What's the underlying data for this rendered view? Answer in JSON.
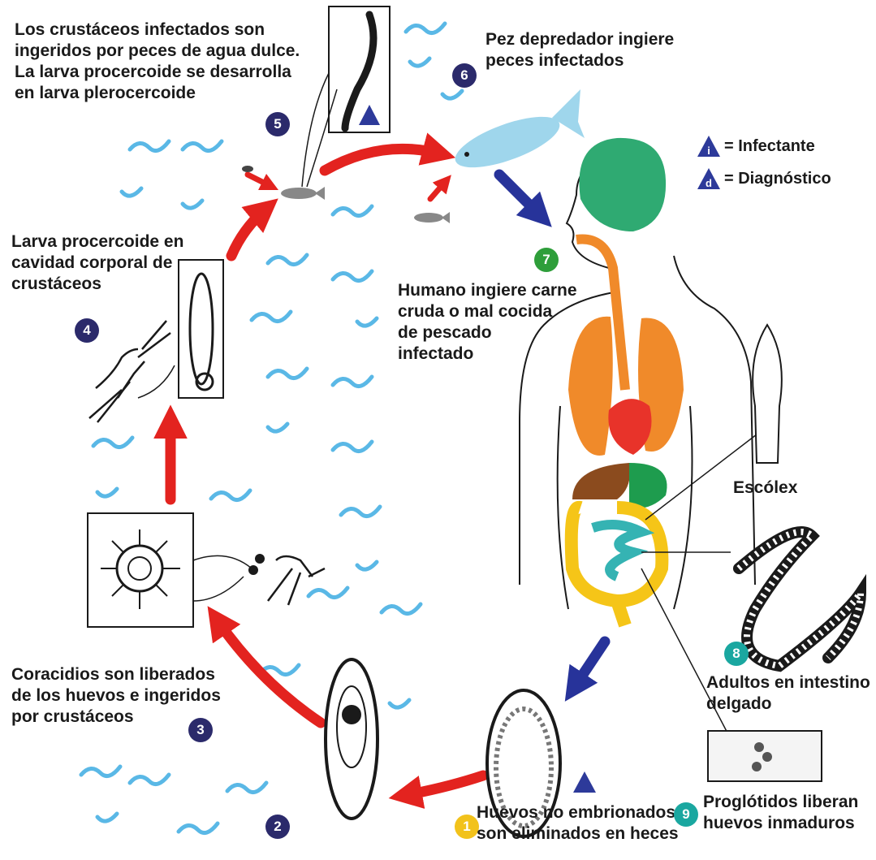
{
  "steps": {
    "s1": {
      "num": "1",
      "text": [
        "Huevos no embrionados",
        "son eliminados en heces"
      ],
      "color": "#f2c21b"
    },
    "s2": {
      "num": "2",
      "color": "#2b2a6b"
    },
    "s3": {
      "num": "3",
      "text": [
        "Coracidios son liberados",
        "de los huevos e ingeridos",
        "por crustáceos"
      ],
      "color": "#2b2a6b"
    },
    "s4": {
      "num": "4",
      "text": [
        "Larva procercoide en",
        "cavidad corporal de",
        "crustáceos"
      ],
      "color": "#2b2a6b"
    },
    "s5": {
      "num": "5",
      "text": [
        "Los crustáceos infectados son",
        "ingeridos por peces de agua dulce.",
        "La larva procercoide se desarrolla",
        "en larva plerocercoide"
      ],
      "color": "#2b2a6b"
    },
    "s6": {
      "num": "6",
      "text": [
        "Pez depredador ingiere",
        "peces infectados"
      ],
      "color": "#2b2a6b"
    },
    "s7": {
      "num": "7",
      "text": [
        "Humano ingiere carne",
        "cruda o mal cocida",
        "de pescado",
        "infectado"
      ],
      "color": "#2e9e3a"
    },
    "s8": {
      "num": "8",
      "text": [
        "Adultos en intestino",
        "delgado"
      ],
      "color": "#1aa7a0"
    },
    "s9": {
      "num": "9",
      "text": [
        "Proglótidos liberan",
        "huevos inmaduros"
      ],
      "color": "#1aa7a0"
    }
  },
  "legend": {
    "infective_symbol": "i",
    "infective_label": "= Infectante",
    "diagnostic_symbol": "d",
    "diagnostic_label": "= Diagnóstico"
  },
  "scolex_label": "Escólex",
  "colors": {
    "arrow_red": "#e3231f",
    "arrow_blue": "#27339a",
    "water": "#5ab8e6",
    "brain": "#2faa72",
    "lungs": "#f08a2a",
    "heart": "#e8332a",
    "liver": "#8b4b1e",
    "intestine_large": "#f5c518",
    "intestine_small": "#35b3b3",
    "stomach": "#1e9c4e",
    "legend_triangle": "#2d3a9a"
  }
}
